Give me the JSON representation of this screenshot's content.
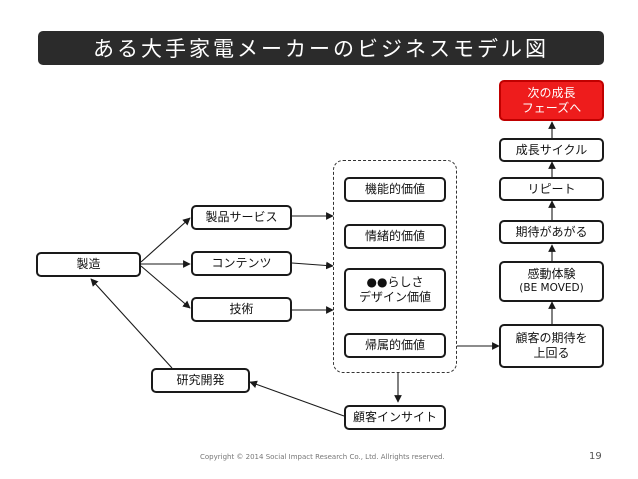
{
  "title": "ある大手家電メーカーのビジネスモデル図",
  "nodes": {
    "manufacturing": "製造",
    "products_services": "製品サービス",
    "contents": "コンテンツ",
    "technology": "技術",
    "functional_value": "機能的価値",
    "emotional_value": "情緒的価値",
    "brand_value_line1": "●●らしさ",
    "brand_value_line2": "デザイン価値",
    "belonging_value": "帰属的価値",
    "customer_insight": "顧客インサイト",
    "rnd": "研究開発",
    "exceed_expectations_line1": "顧客の期待を",
    "exceed_expectations_line2": "上回る",
    "be_moved_line1": "感動体験",
    "be_moved_line2": "(BE MOVED)",
    "expectations_rise": "期待があがる",
    "repeat": "リピート",
    "growth_cycle": "成長サイクル",
    "next_phase_line1": "次の成長",
    "next_phase_line2": "フェーズへ"
  },
  "footer": {
    "copyright": "Copyright © 2014 Social Impact Research Co., Ltd. Allrights reserved.",
    "page_number": "19"
  },
  "colors": {
    "title_bg": "#2b2b2b",
    "accent_red": "#ee1c1c",
    "stroke": "#1a1a1a"
  }
}
